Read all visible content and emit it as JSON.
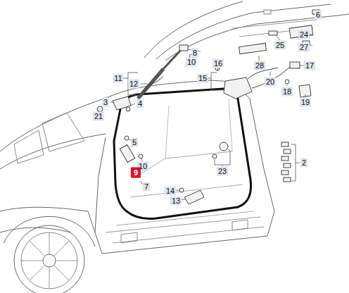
{
  "diagram": {
    "labels": [
      "6",
      "24",
      "25",
      "27",
      "8",
      "10",
      "28",
      "16",
      "17",
      "11",
      "12",
      "15",
      "20",
      "18",
      "19",
      "3",
      "4",
      "21",
      "5",
      "10",
      "9",
      "2",
      "23",
      "7",
      "14",
      "13"
    ]
  }
}
